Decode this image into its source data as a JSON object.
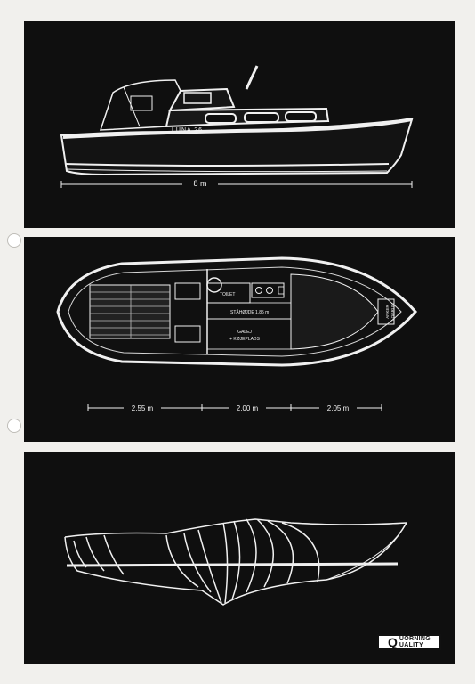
{
  "profile_view": {
    "boat_name": "LUNA 26",
    "length_label": "8 m"
  },
  "plan_view": {
    "dimensions": [
      "2,55 m",
      "2,00 m",
      "2,05 m"
    ],
    "labels": {
      "toilet": "TOILET",
      "standing_height": "STÅHØJDE 1,85 m",
      "galley_line1": "GALEJ",
      "galley_line2": "+ KØJEPLADS",
      "anchor_line1": "ANKER",
      "anchor_line2": "LOGRUM"
    }
  },
  "logo": {
    "mark": "Q",
    "line1": "UORNING",
    "line2": "UALITY"
  }
}
